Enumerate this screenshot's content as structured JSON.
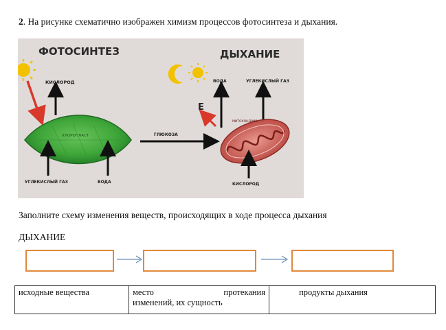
{
  "task": {
    "number": "2",
    "text": ". На рисунке схематично изображен химизм процессов фотосинтеза и дыхания."
  },
  "figure": {
    "photosynthesis_title": "ФОТОСИНТЕЗ",
    "respiration_title": "ДЫХАНИЕ",
    "oxygen_out": "КИСЛОРОД",
    "chloroplast": "ХЛОРОПЛАСТ",
    "co2_in": "УГЛЕКИСЛЫЙ ГАЗ",
    "water_in": "ВОДА",
    "glucose": "ГЛЮКОЗА",
    "water_out": "ВОДА",
    "co2_out": "УГЛЕКИСЛЫЙ ГАЗ",
    "energy": "E",
    "mitochondrion": "МИТОХОНДРИЯ",
    "oxygen_in": "КИСЛОРОД",
    "colors": {
      "leaf_green": "#3fa63a",
      "arrow_red": "#d8392b",
      "sun_yellow": "#f2c200",
      "mito_red": "#c9514a",
      "background": "#dcd6d4"
    }
  },
  "instruction": "Заполните схему изменения веществ, происходящих в ходе процесса дыхания",
  "scheme": {
    "heading": "ДЫХАНИЕ",
    "box_color": "#e0893a",
    "arrow_color": "#6a8fb8"
  },
  "table": {
    "col1": "исходные вещества",
    "col2_line1": "место протекания",
    "col2_line2": "изменений, их сущность",
    "col3": "продукты дыхания"
  }
}
